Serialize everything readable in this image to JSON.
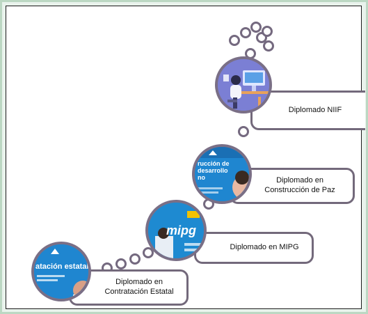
{
  "steps": [
    {
      "label_line1": "Diplomado en",
      "label_line2": "Contratación Estatal",
      "circle_icon": "contratacion-slide",
      "slide_text": "atación estatal"
    },
    {
      "label_line1": "Diplomado en MIPG",
      "label_line2": "",
      "circle_icon": "mipg-slide",
      "slide_text": "mipg"
    },
    {
      "label_line1": "Diplomado en",
      "label_line2": "Construcción  de Paz",
      "circle_icon": "paz-slide",
      "slide_text": "rucción de desarrollo no"
    },
    {
      "label_line1": "Diplomado NIIF",
      "label_line2": "",
      "circle_icon": "niif-illustration",
      "slide_text": ""
    }
  ],
  "colors": {
    "border": "#73697b",
    "slide_blue": "#1e8ad1",
    "niif_bg": "#7b7fd4",
    "frame": "#bcd8c3"
  }
}
